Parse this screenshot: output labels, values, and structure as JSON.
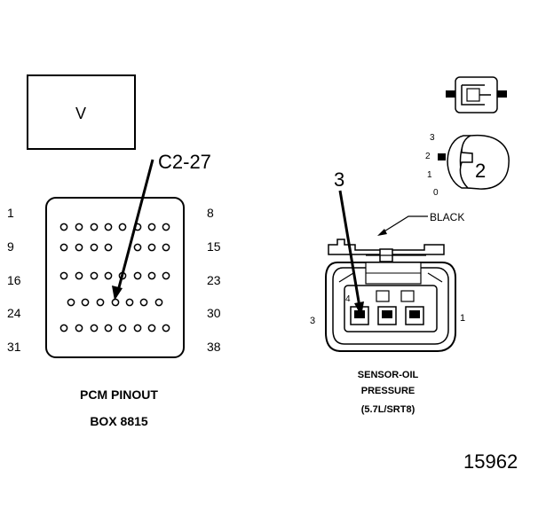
{
  "pcm": {
    "box_letter": "V",
    "callout": "C2-27",
    "row_labels_left": [
      "1",
      "9",
      "16",
      "24",
      "31"
    ],
    "row_labels_right": [
      "8",
      "15",
      "23",
      "30",
      "38"
    ],
    "rows": [
      8,
      7,
      8,
      7,
      8
    ],
    "highlight": {
      "row": 3,
      "pin": 4
    },
    "caption_line1": "PCM PINOUT",
    "caption_line2": "BOX 8815"
  },
  "sensor": {
    "callout": "3",
    "lock_label": "2",
    "lock_positions": [
      "3",
      "2",
      "1",
      "0"
    ],
    "black_label": "BLACK",
    "pin_left": "3",
    "pin_right": "1",
    "pin_small": "4",
    "caption_line1": "SENSOR-OIL",
    "caption_line2": "PRESSURE",
    "caption_line3": "(5.7L/SRT8)"
  },
  "figure_number": "15962"
}
